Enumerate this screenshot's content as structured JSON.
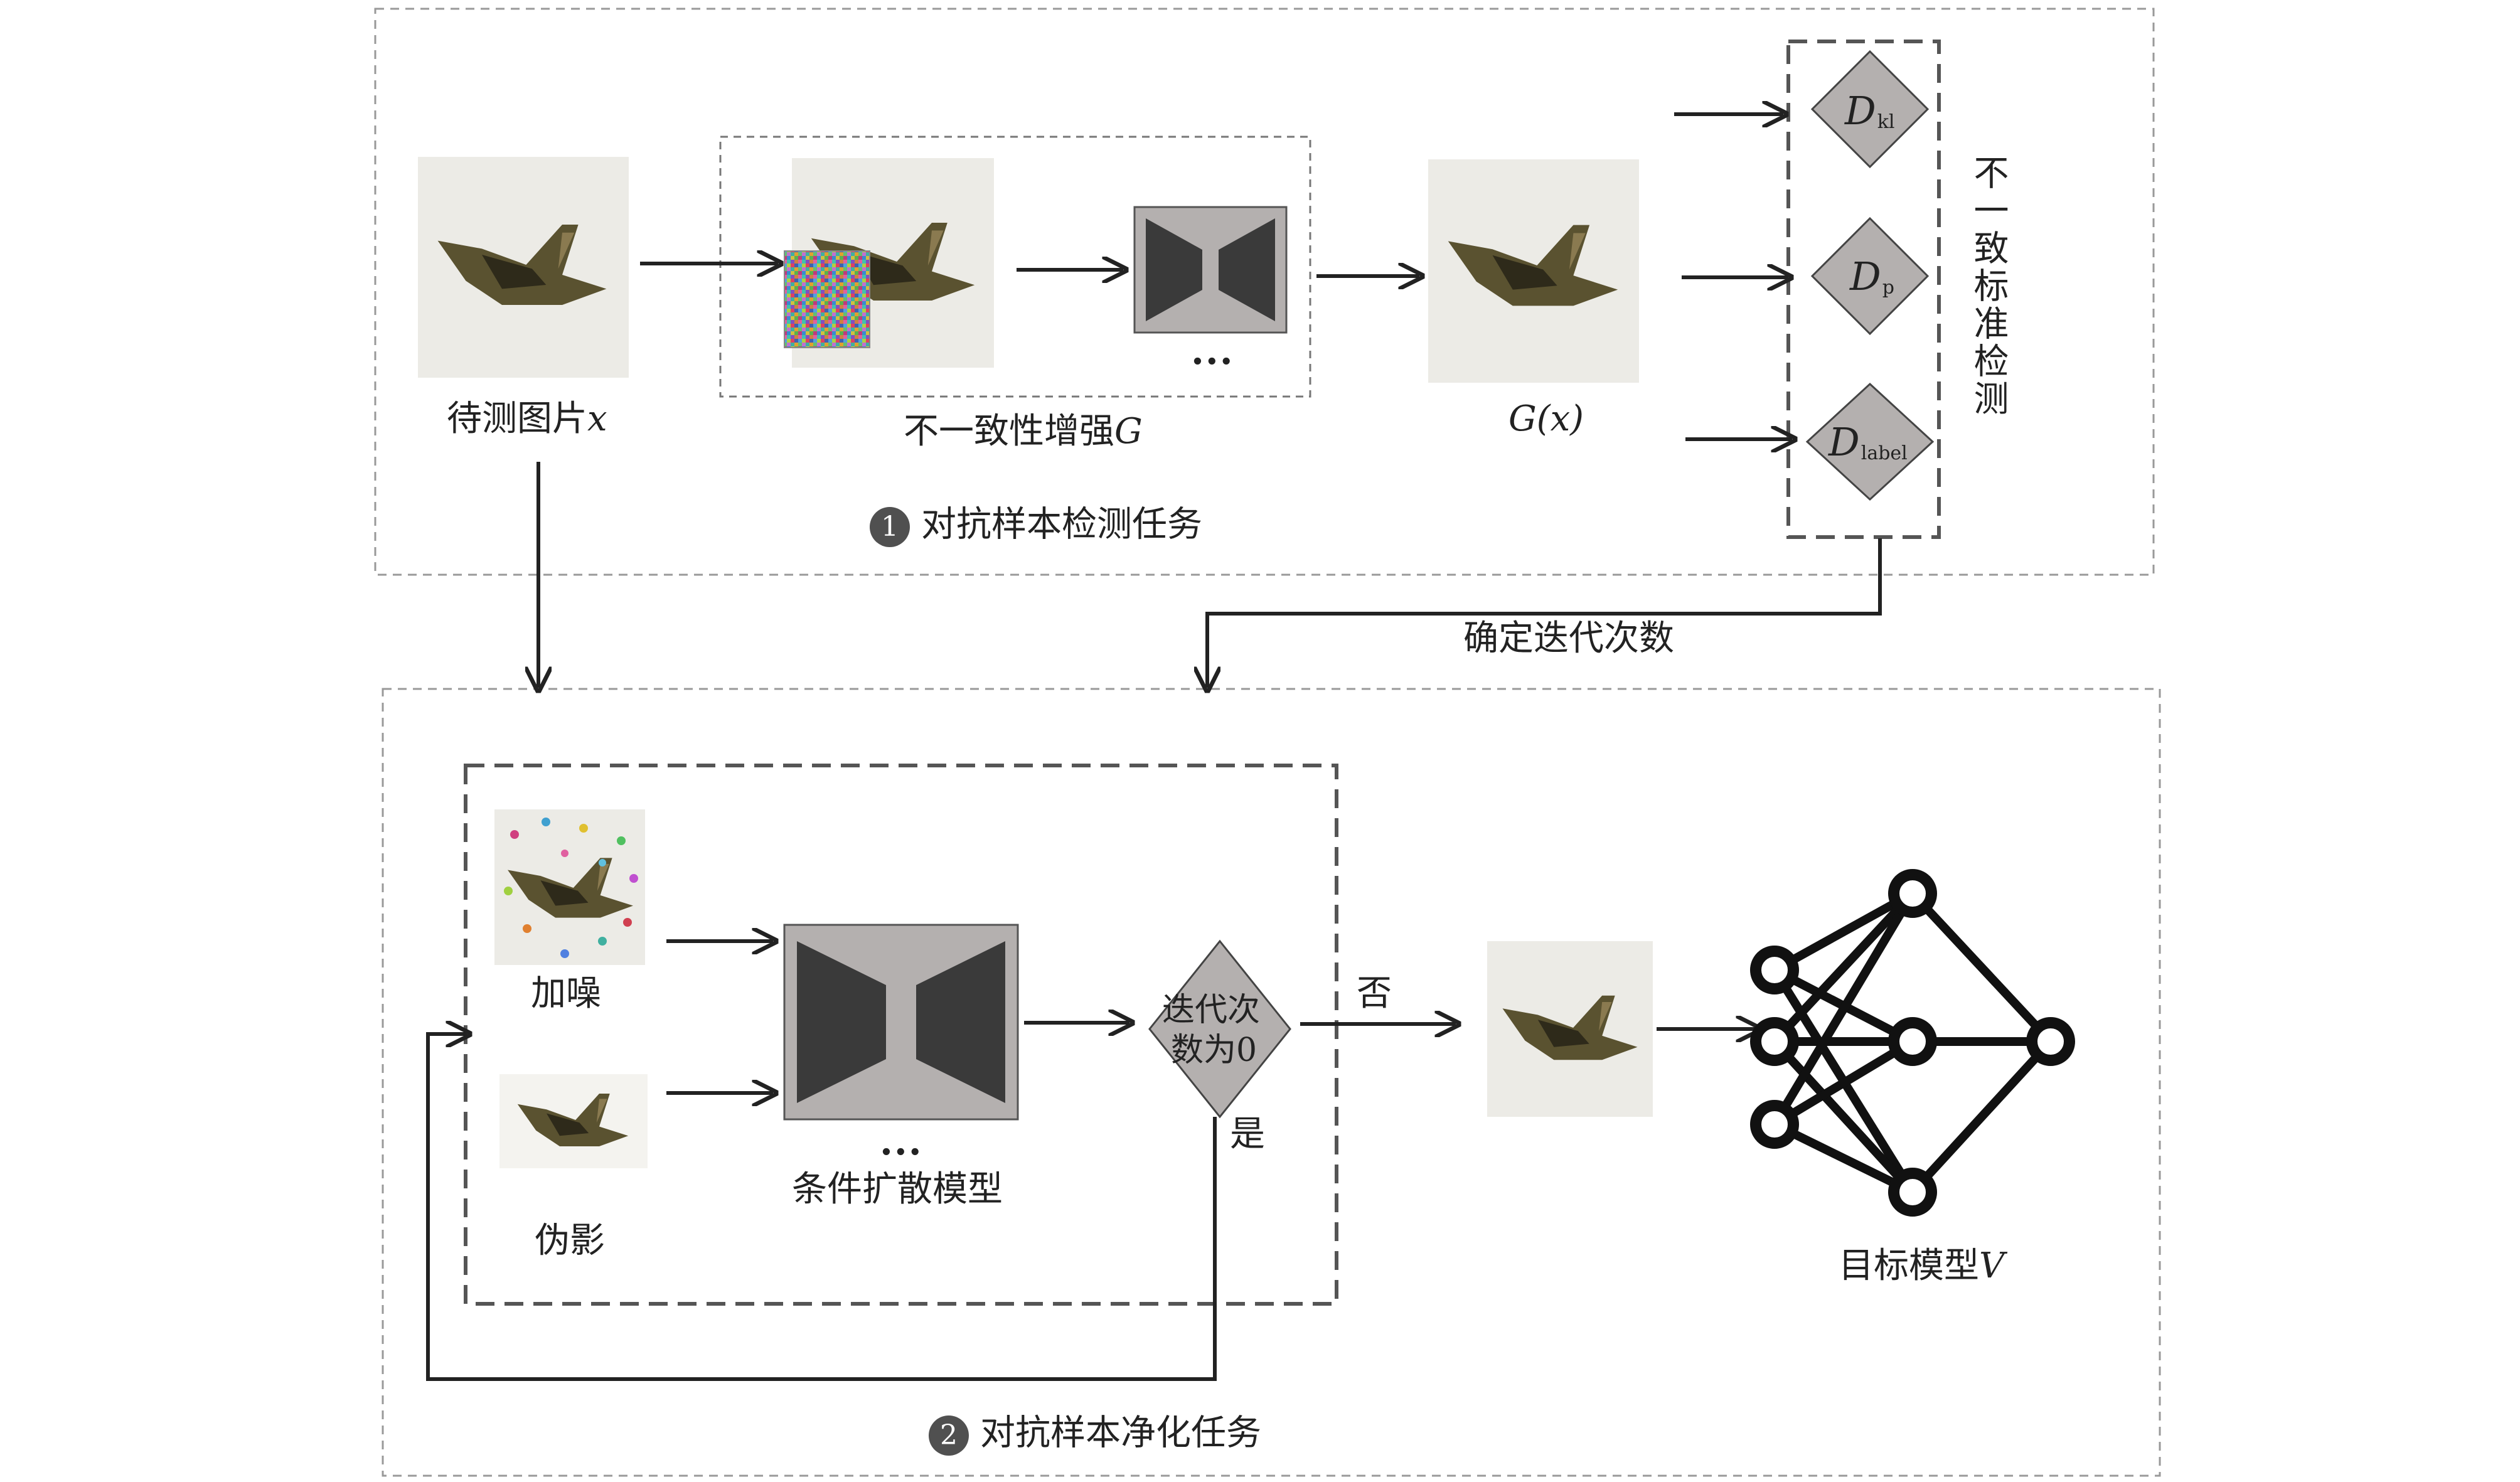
{
  "inputs": {
    "test_image": "待测图片",
    "test_image_var": "x"
  },
  "enhancement": {
    "label": "不一致性增强",
    "var": "G",
    "ellipsis": "..."
  },
  "output": {
    "label": "G(x)"
  },
  "detection_metrics": {
    "title": "不一致标准检测",
    "items": [
      {
        "symbol": "D",
        "sub": "kl"
      },
      {
        "symbol": "D",
        "sub": "p"
      },
      {
        "symbol": "D",
        "sub": "label"
      }
    ]
  },
  "task1": {
    "num": "1",
    "label": "对抗样本检测任务"
  },
  "task2": {
    "num": "2",
    "label": "对抗样本净化任务"
  },
  "iteration_label": "确定迭代次数",
  "purify": {
    "noise_label": "加噪",
    "artifact_label": "伪影",
    "model_label": "条件扩散模型",
    "ellipsis": "...",
    "decision": [
      "迭代次",
      "数为0"
    ],
    "no_label": "否",
    "yes_label": "是"
  },
  "target": {
    "label": "目标模型",
    "var": "V"
  }
}
